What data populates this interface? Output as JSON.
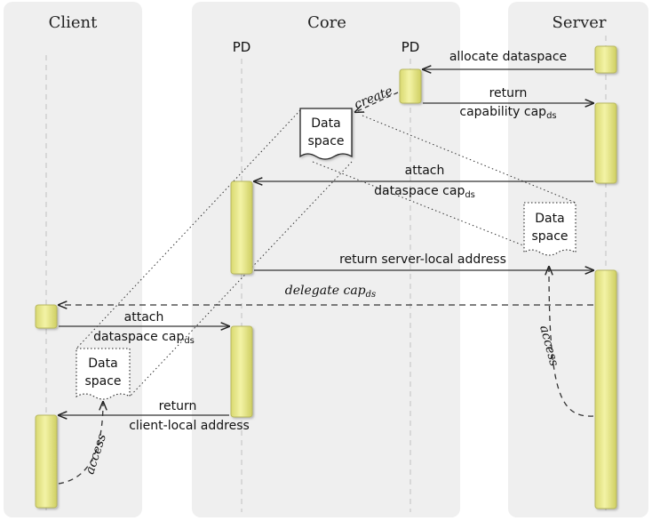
{
  "domains": {
    "client": "Client",
    "core": "Core",
    "server": "Server"
  },
  "lifelines": {
    "pd_left": "PD",
    "pd_right": "PD"
  },
  "messages": {
    "allocate": "allocate dataspace",
    "return_cap_line1": "return",
    "return_cap_line2": "capability cap",
    "return_cap_sub": "ds",
    "attach1_line1": "attach",
    "attach1_line2": "dataspace cap",
    "attach1_sub": "ds",
    "return_server": "return server-local address",
    "delegate": "delegate cap",
    "delegate_sub": "ds",
    "attach2_line1": "attach",
    "attach2_line2": "dataspace cap",
    "attach2_sub": "ds",
    "return_client_line1": "return",
    "return_client_line2": "client-local address"
  },
  "annotations": {
    "create": "create",
    "access_server": "access",
    "access_client": "access"
  },
  "dataspaces": {
    "core_line1": "Data",
    "core_line2": "space",
    "server_line1": "Data",
    "server_line2": "space",
    "client_line1": "Data",
    "client_line2": "space"
  },
  "colors": {
    "domain_bg": "#efefef",
    "activation_fill": "#ecec90",
    "activation_stroke": "#b8b860"
  }
}
